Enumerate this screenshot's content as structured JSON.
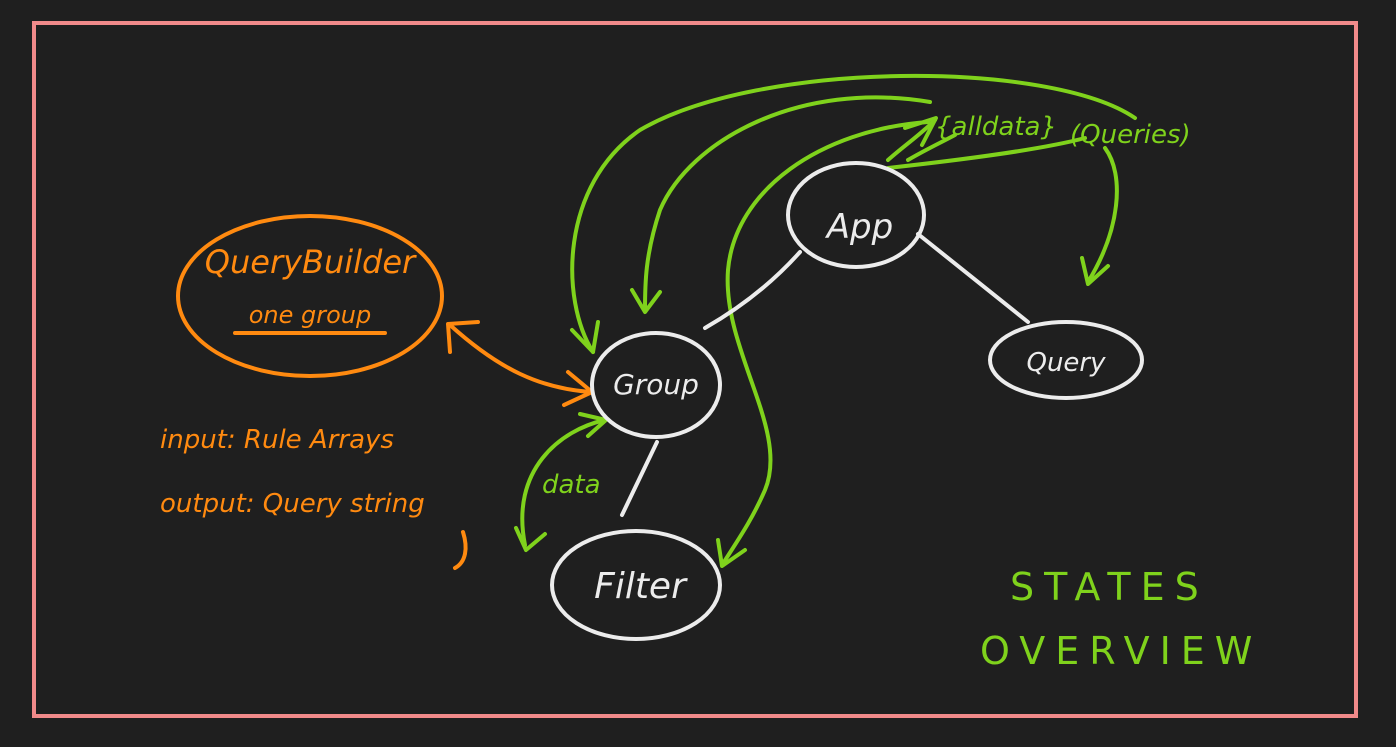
{
  "colors": {
    "background": "#1f1f1f",
    "frame": "#f08a8a",
    "white": "#ececec",
    "orange": "#ff8a10",
    "green": "#7fd21c"
  },
  "nodes": {
    "app": "App",
    "group": "Group",
    "query": "Query",
    "filter": "Filter",
    "query_builder": "QueryBuilder",
    "query_builder_sub": "one group"
  },
  "labels": {
    "all_data": "{alldata}",
    "queries": "(Queries)",
    "data": "data",
    "input": "input: Rule Arrays",
    "output": "output: Query string"
  },
  "title": {
    "line1": "STATES",
    "line2": "OVERVIEW"
  }
}
